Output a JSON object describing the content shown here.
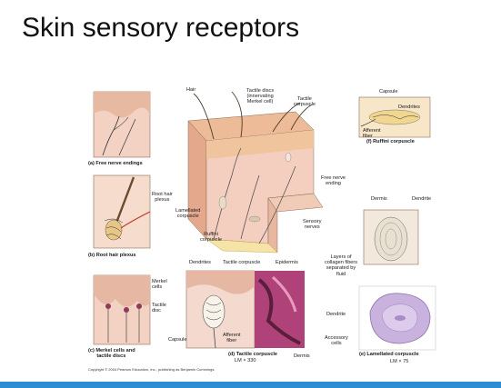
{
  "slide": {
    "title": "Skin sensory receptors"
  },
  "figure": {
    "labels": {
      "hair": "Hair",
      "tactile_discs": "Tactile discs\n(innervating\nMerkel cell)",
      "tactile_corpuscle_top": "Tactile\ncorpuscle",
      "root_hair_plexus": "Root hair\nplexus",
      "lamellated_corpuscle": "Lamellated\ncorpuscle",
      "ruffini_corpuscle": "Ruffini\ncorpuscle",
      "free_nerve_ending": "Free nerve\nending",
      "sensory_nerves": "Sensory\nnerves",
      "capsule_f": "Capsule",
      "dendrites_f": "Dendrites",
      "afferent_fiber_f": "Afferent\nfiber",
      "dermis_e": "Dermis",
      "dendrite_e": "Dendrite",
      "layers_collagen": "Layers of\ncollagen fibers\nseparated by\nfluid",
      "dendrite_e2": "Dendrite",
      "accessory_cells": "Accessory\ncells",
      "dendrites_d": "Dendrites",
      "tactile_corpuscle_d": "Tactile corpuscle",
      "epidermis_d": "Epidermis",
      "capsule_d": "Capsule",
      "afferent_fiber_d": "Afferent\nfiber",
      "dermis_d": "Dermis",
      "lm_330": "LM × 330",
      "merkel_cells": "Merkel\ncells",
      "tactile_disc": "Tactile\ndisc",
      "lm_75": "LM × 75"
    },
    "captions": {
      "a": "(a) Free nerve endings",
      "b": "(b) Root hair plexus",
      "c": "(c) Merkel cells and\n      tactile discs",
      "d": "(d) Tactile corpuscle",
      "e": "(e) Lamellated corpuscle",
      "f": "(f) Ruffini corpuscle"
    },
    "copyright": "Copyright © 2004 Pearson Education, Inc., publishing as Benjamin Cummings."
  },
  "colors": {
    "accent_bar": "#2e8ed3",
    "skin_epidermis": "#f2c9a8",
    "skin_dermis": "#f4d3c0",
    "tissue_pink": "#c65a8c",
    "tissue_purple": "#b79cd0"
  }
}
